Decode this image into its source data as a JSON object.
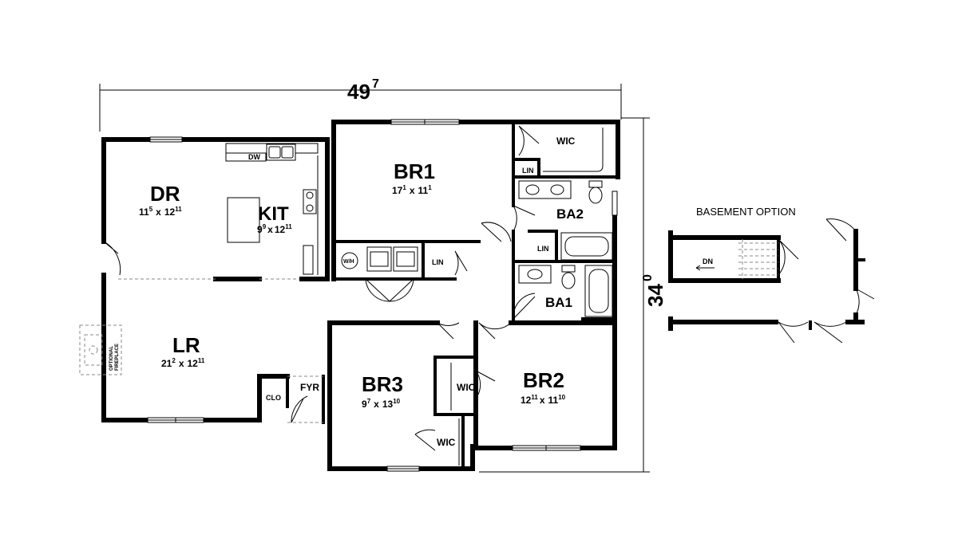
{
  "overall": {
    "width_main": "49",
    "width_sup": "7",
    "depth_main": "34",
    "depth_sup": "0"
  },
  "rooms": {
    "dr": {
      "label": "DR",
      "w": "11",
      "w_sup": "5",
      "h": "12",
      "h_sup": "11"
    },
    "kit": {
      "label": "KIT",
      "w": "9",
      "w_sup": "9",
      "h": "12",
      "h_sup": "11"
    },
    "lr": {
      "label": "LR",
      "w": "21",
      "w_sup": "2",
      "h": "12",
      "h_sup": "11"
    },
    "br1": {
      "label": "BR1",
      "w": "17",
      "w_sup": "1",
      "h": "11",
      "h_sup": "1"
    },
    "br2": {
      "label": "BR2",
      "w": "12",
      "w_sup": "11",
      "h": "11",
      "h_sup": "10"
    },
    "br3": {
      "label": "BR3",
      "w": "9",
      "w_sup": "7",
      "h": "13",
      "h_sup": "10"
    },
    "ba1": {
      "label": "BA1"
    },
    "ba2": {
      "label": "BA2"
    }
  },
  "small_labels": {
    "wic_br1": "WIC",
    "wic_br3_a": "WIC",
    "wic_br3_b": "WIC",
    "lin_br1": "LIN",
    "lin_hall": "LIN",
    "lin_ba2": "LIN",
    "clo": "CLO",
    "fyr": "FYR",
    "dw": "DW",
    "wh": "W/H",
    "fireplace_1": "OPTIONAL",
    "fireplace_2": "FIREPLACE",
    "dn": "DN"
  },
  "dim_separator": "x",
  "basement": {
    "title": "BASEMENT OPTION"
  }
}
